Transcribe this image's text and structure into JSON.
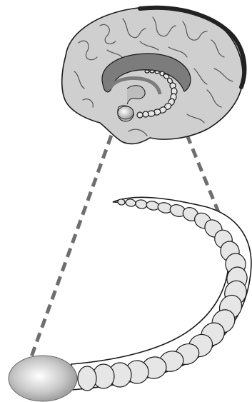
{
  "figure": {
    "top_panel": {
      "subject": "brain-midsagittal-view",
      "highlighted": [
        "globular-structure",
        "segmented-tail"
      ]
    },
    "bottom_panel": {
      "subject": "enlarged-structure",
      "parts": [
        "oval-head",
        "segmented-tail"
      ]
    },
    "colors": {
      "cortex_fill": "#cfcfcf",
      "outline": "#1a1a1a",
      "cortex_edge": "#222222",
      "ventricle": "#7c7c7c",
      "connector": "#6e6e6e",
      "segment_fill": "#e6e6e6",
      "head_highlight": "#ffffff",
      "head_shadow": "#8a8a8a"
    }
  }
}
